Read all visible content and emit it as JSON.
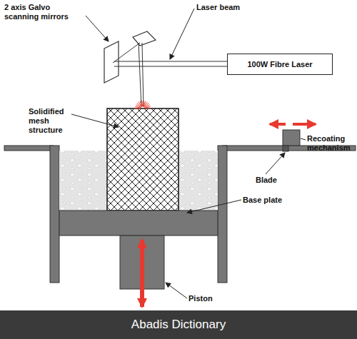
{
  "diagram": {
    "nodes": [
      {
        "text": [
          "100W Fibre Laser"
        ]
      },
      {
        "text": [
          "Abadis Dictionary"
        ]
      }
    ],
    "labels": [
      "2 axis Galvo scanning mirrors",
      "Laser beam",
      "Solidified mesh structure",
      "Recoating mechanism",
      "Blade",
      "Base plate",
      "Piston"
    ]
  }
}
